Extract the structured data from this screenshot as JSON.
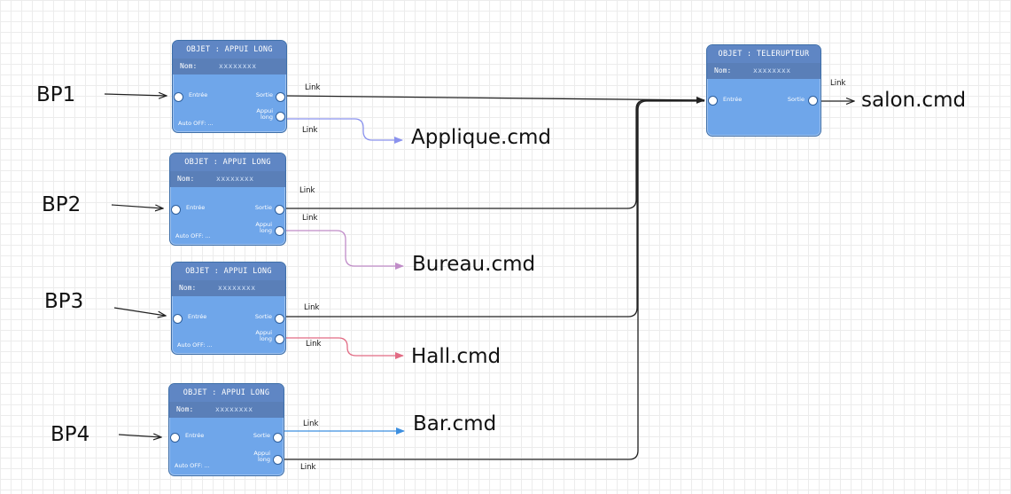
{
  "colors": {
    "main_wire": "#222222",
    "applique_wire": "#8a92ee",
    "bureau_wire": "#c08cc8",
    "hall_wire": "#e26b84",
    "bar_wire": "#3c8fe0"
  },
  "inputs": [
    "BP1",
    "BP2",
    "BP3",
    "BP4"
  ],
  "appui_nodes": [
    {
      "title": "OBJET : APPUI LONG",
      "name_label": "Nom:",
      "name_value": "xxxxxxxx",
      "in_port": "Entrée",
      "out_port": "Sortie",
      "long_port": "Appui\nlong",
      "auto_off": "Auto OFF: ..."
    },
    {
      "title": "OBJET : APPUI LONG",
      "name_label": "Nom:",
      "name_value": "xxxxxxxx",
      "in_port": "Entrée",
      "out_port": "Sortie",
      "long_port": "Appui\nlong",
      "auto_off": "Auto OFF: ..."
    },
    {
      "title": "OBJET : APPUI LONG",
      "name_label": "Nom:",
      "name_value": "xxxxxxxx",
      "in_port": "Entrée",
      "out_port": "Sortie",
      "long_port": "Appui\nlong",
      "auto_off": "Auto OFF: ..."
    },
    {
      "title": "OBJET : APPUI LONG",
      "name_label": "Nom:",
      "name_value": "xxxxxxxx",
      "in_port": "Entrée",
      "out_port": "Sortie",
      "long_port": "Appui\nlong",
      "auto_off": "Auto OFF: ..."
    }
  ],
  "telerupteur": {
    "title": "OBJET : TELERUPTEUR",
    "name_label": "Nom:",
    "name_value": "xxxxxxxx",
    "in_port": "Entrée",
    "out_port": "Sortie"
  },
  "outputs": {
    "salon": "salon.cmd",
    "applique": "Applique.cmd",
    "bureau": "Bureau.cmd",
    "hall": "Hall.cmd",
    "bar": "Bar.cmd"
  },
  "link_label": "Link"
}
